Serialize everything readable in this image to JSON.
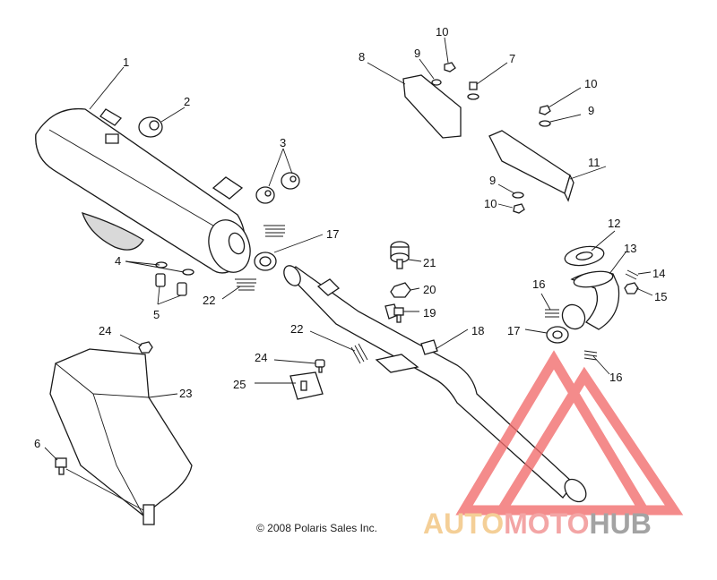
{
  "copyright": "© 2008 Polaris Sales Inc.",
  "watermark": {
    "part1": "AUTO",
    "part2": "MOTO",
    "part3": "HUB",
    "colors": {
      "auto": "#f2c27a",
      "moto": "#f08d8d",
      "hub": "#8a8a8a",
      "triangle": "#f26b6b"
    }
  },
  "callouts": {
    "c1": "1",
    "c2": "2",
    "c3": "3",
    "c4": "4",
    "c5": "5",
    "c6": "6",
    "c7": "7",
    "c8": "8",
    "c9a": "9",
    "c9b": "9",
    "c9c": "9",
    "c10a": "10",
    "c10b": "10",
    "c10c": "10",
    "c11": "11",
    "c12": "12",
    "c13": "13",
    "c14": "14",
    "c15": "15",
    "c16a": "16",
    "c16b": "16",
    "c17a": "17",
    "c17b": "17",
    "c18": "18",
    "c19": "19",
    "c20": "20",
    "c21": "21",
    "c22a": "22",
    "c22b": "22",
    "c23": "23",
    "c24a": "24",
    "c24b": "24",
    "c25": "25"
  }
}
